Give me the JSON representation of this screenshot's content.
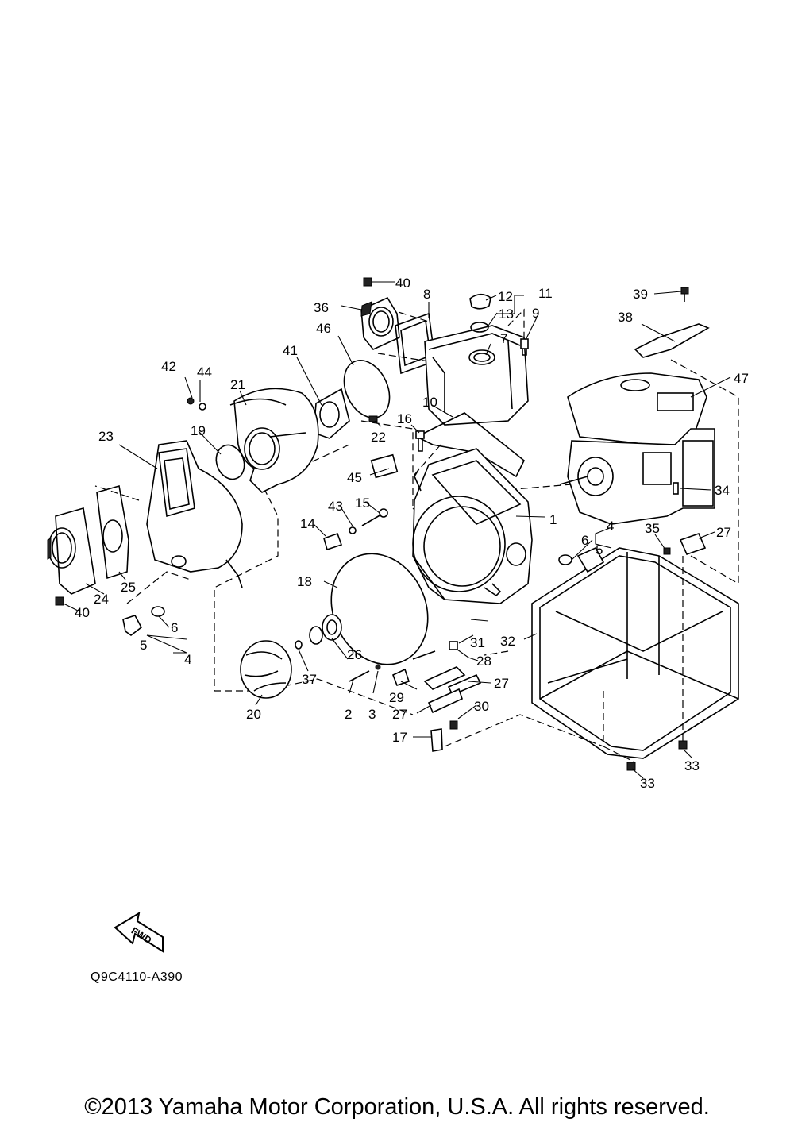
{
  "diagram": {
    "code": "Q9C4110-A390",
    "copyright": "©2013 Yamaha Motor Corporation, U.S.A. All rights reserved.",
    "fwd_label": "FWD"
  },
  "callouts": [
    "1",
    "2",
    "3",
    "4",
    "4",
    "4",
    "5",
    "5",
    "6",
    "6",
    "7",
    "8",
    "9",
    "10",
    "11",
    "12",
    "13",
    "14",
    "15",
    "16",
    "17",
    "18",
    "19",
    "20",
    "21",
    "22",
    "23",
    "24",
    "25",
    "26",
    "27",
    "27",
    "27",
    "28",
    "29",
    "30",
    "31",
    "32",
    "33",
    "33",
    "34",
    "35",
    "36",
    "37",
    "38",
    "39",
    "40",
    "40",
    "41",
    "42",
    "43",
    "44",
    "45",
    "46",
    "47"
  ]
}
